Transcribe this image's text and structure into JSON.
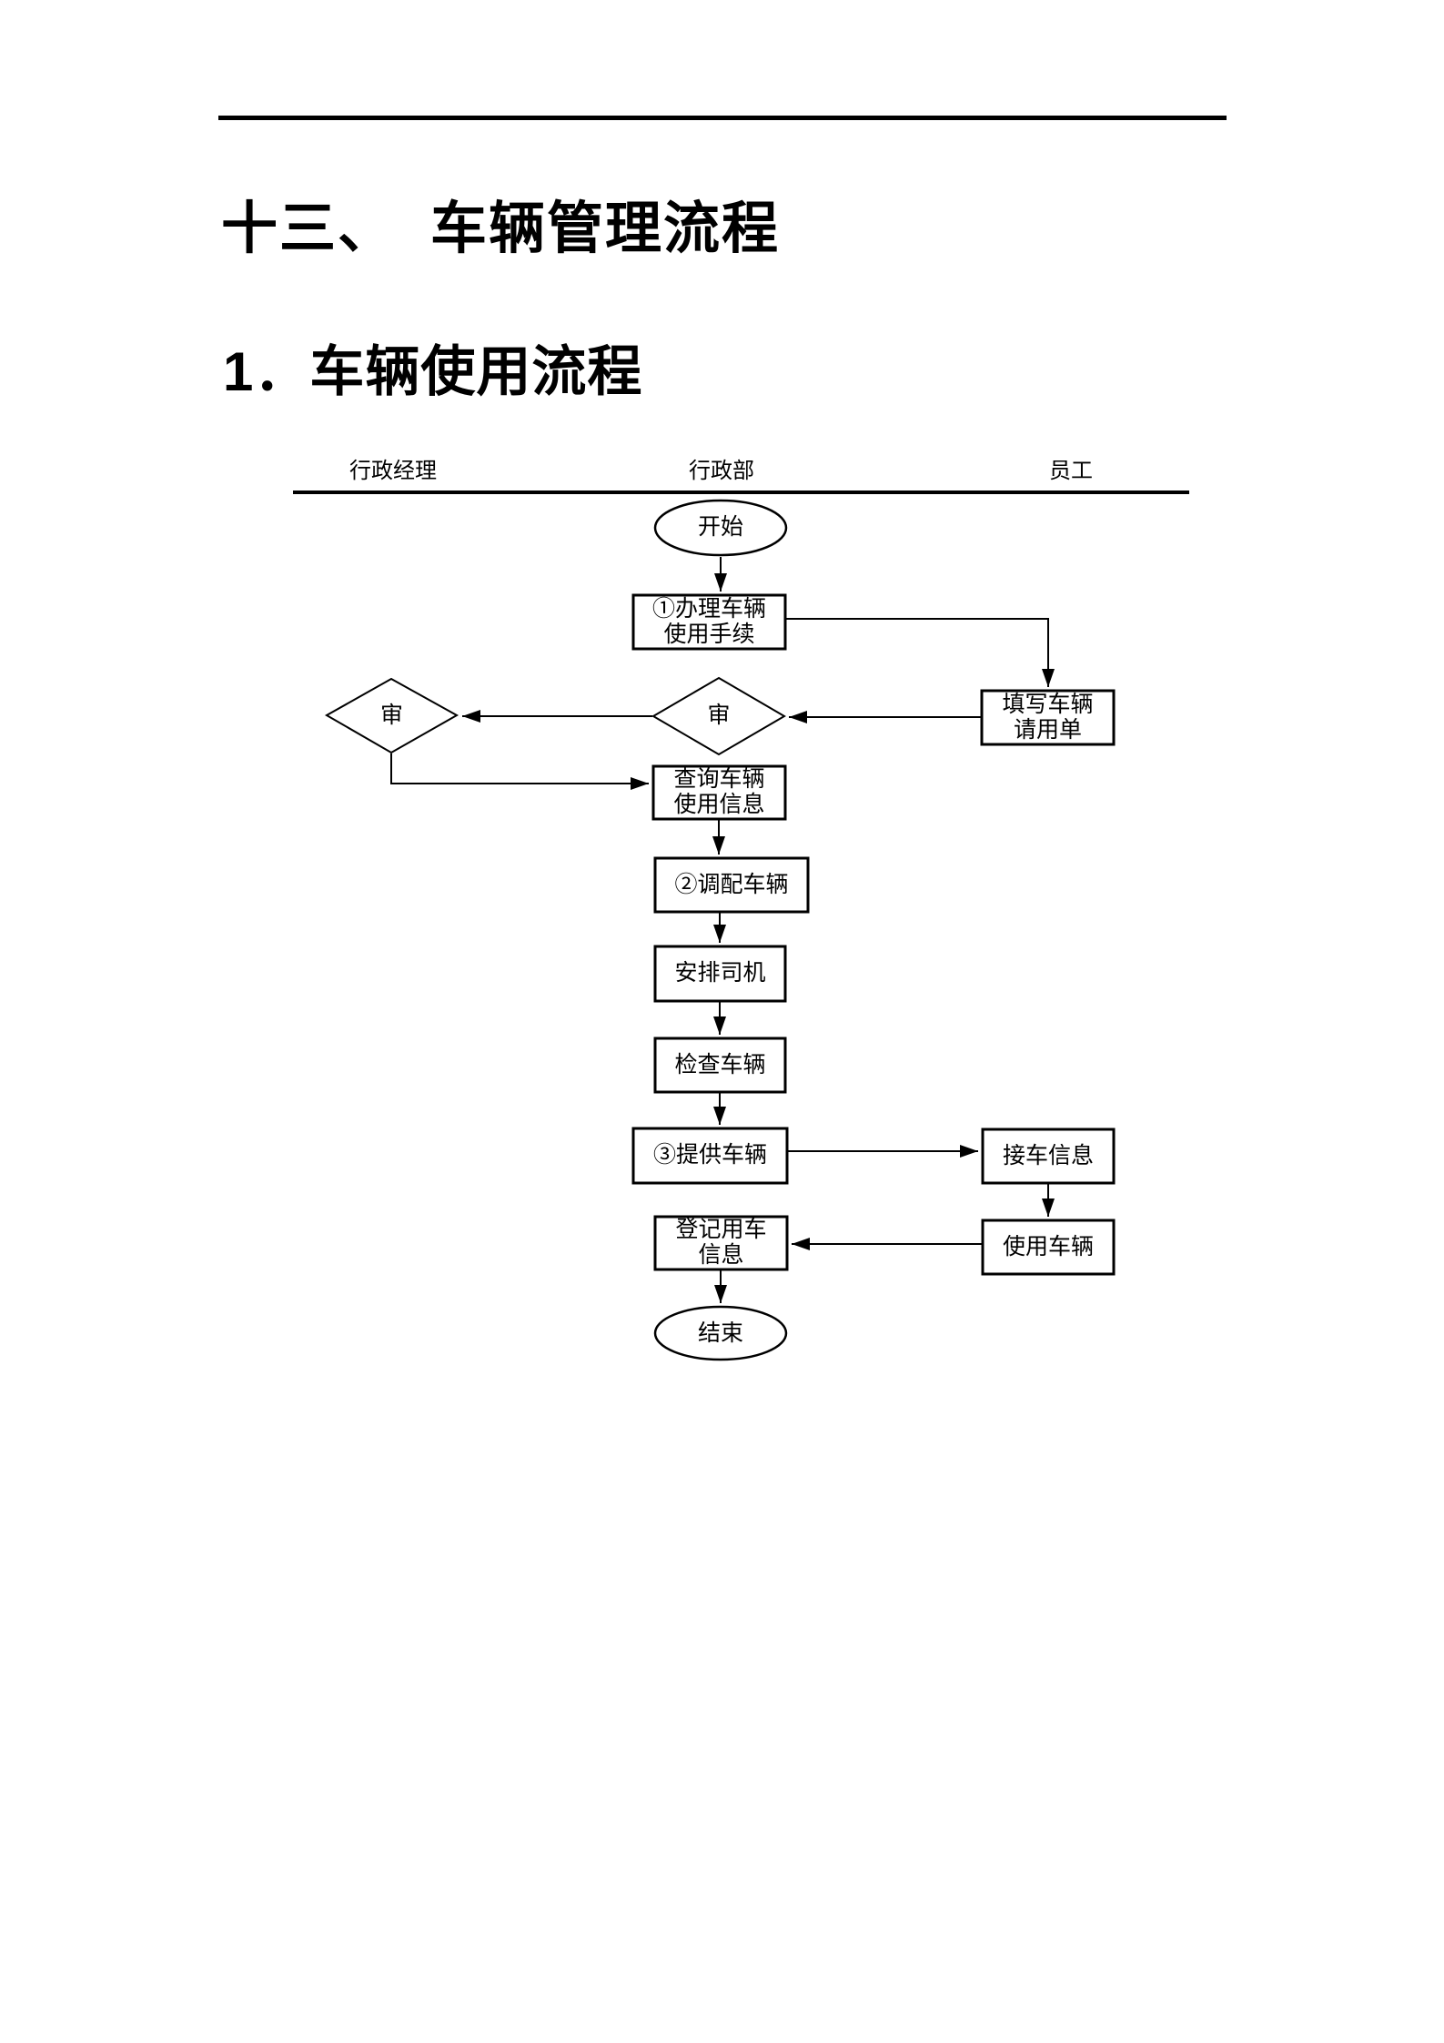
{
  "document": {
    "section_number": "十三、",
    "section_title": "车辆管理流程",
    "subsection_title": "1．车辆使用流程"
  },
  "flowchart": {
    "colors": {
      "stroke": "#000000",
      "fill": "#ffffff"
    },
    "lanes": [
      {
        "label": "行政经理"
      },
      {
        "label": "行政部"
      },
      {
        "label": "员工"
      }
    ],
    "nodes": {
      "start": {
        "type": "terminator",
        "label": "开始"
      },
      "handle_procedure": {
        "type": "process",
        "label": "①办理车辆\n使用手续"
      },
      "review_dept": {
        "type": "decision",
        "label": "审"
      },
      "review_manager": {
        "type": "decision",
        "label": "审"
      },
      "fill_form": {
        "type": "process",
        "label": "填写车辆\n请用单"
      },
      "query_info": {
        "type": "process",
        "label": "查询车辆\n使用信息"
      },
      "allocate_vehicle": {
        "type": "process",
        "label": "②调配车辆"
      },
      "arrange_driver": {
        "type": "process",
        "label": "安排司机"
      },
      "inspect_vehicle": {
        "type": "process",
        "label": "检查车辆"
      },
      "provide_vehicle": {
        "type": "process",
        "label": "③提供车辆"
      },
      "receive_info": {
        "type": "process",
        "label": "接车信息"
      },
      "register_usage": {
        "type": "process",
        "label": "登记用车\n信息"
      },
      "use_vehicle": {
        "type": "process",
        "label": "使用车辆"
      },
      "end": {
        "type": "terminator",
        "label": "结束"
      }
    }
  }
}
